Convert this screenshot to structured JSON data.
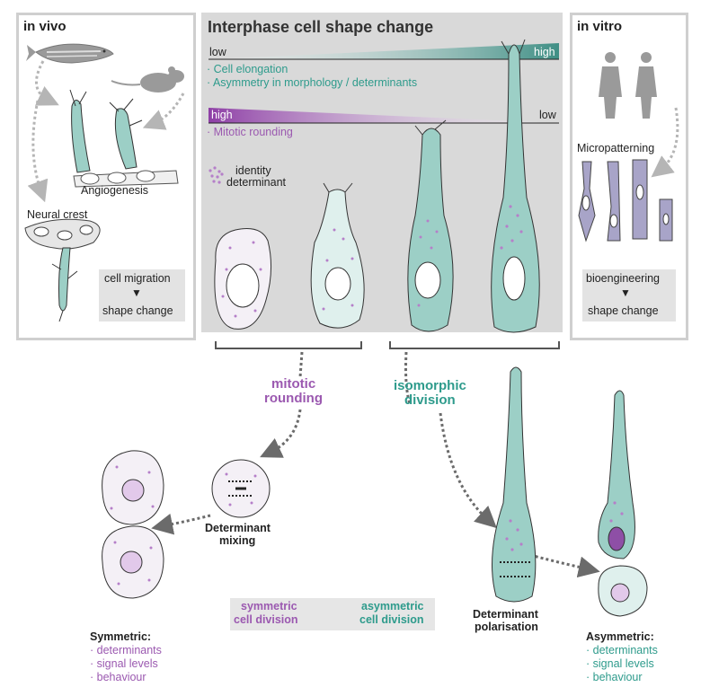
{
  "in_vivo": {
    "title": "in vivo",
    "angiogenesis": "Angiogenesis",
    "neural_crest": "Neural crest",
    "box_top": "cell migration",
    "box_bottom": "shape change"
  },
  "center": {
    "title": "Interphase cell shape change",
    "bar1_low": "low",
    "bar1_high": "high",
    "bullet1": "· Cell elongation",
    "bullet2": "· Asymmetry in morphology / determinants",
    "bar2_high": "high",
    "bar2_low": "low",
    "bullet3": "· Mitotic rounding",
    "legend_line1": "identity",
    "legend_line2": "determinant"
  },
  "in_vitro": {
    "title": "in vitro",
    "micropatterning": "Micropatterning",
    "box_top": "bioengineering",
    "box_bottom": "shape change"
  },
  "lower": {
    "mitotic_line1": "mitotic",
    "mitotic_line2": "rounding",
    "isomorphic_line1": "isomorphic",
    "isomorphic_line2": "division",
    "mixing_line1": "Determinant",
    "mixing_line2": "mixing",
    "polar_line1": "Determinant",
    "polar_line2": "polarisation",
    "sym_label_line1": "symmetric",
    "sym_label_line2": "cell division",
    "asym_label_line1": "asymmetric",
    "asym_label_line2": "cell division",
    "symmetric_title": "Symmetric:",
    "symmetric_items": [
      "· determinants",
      "· signal levels",
      "· behaviour"
    ],
    "asymmetric_title": "Asymmetric:",
    "asymmetric_items": [
      "· determinants",
      "· signal levels",
      "· behaviour"
    ]
  },
  "colors": {
    "teal": "#2e9b8c",
    "teal_fill": "#9ccfc6",
    "purple": "#9b59b0",
    "purple_dot": "#b57fc9",
    "panel_grey": "#d9d9d9",
    "light_cell": "#f4f0f6"
  }
}
